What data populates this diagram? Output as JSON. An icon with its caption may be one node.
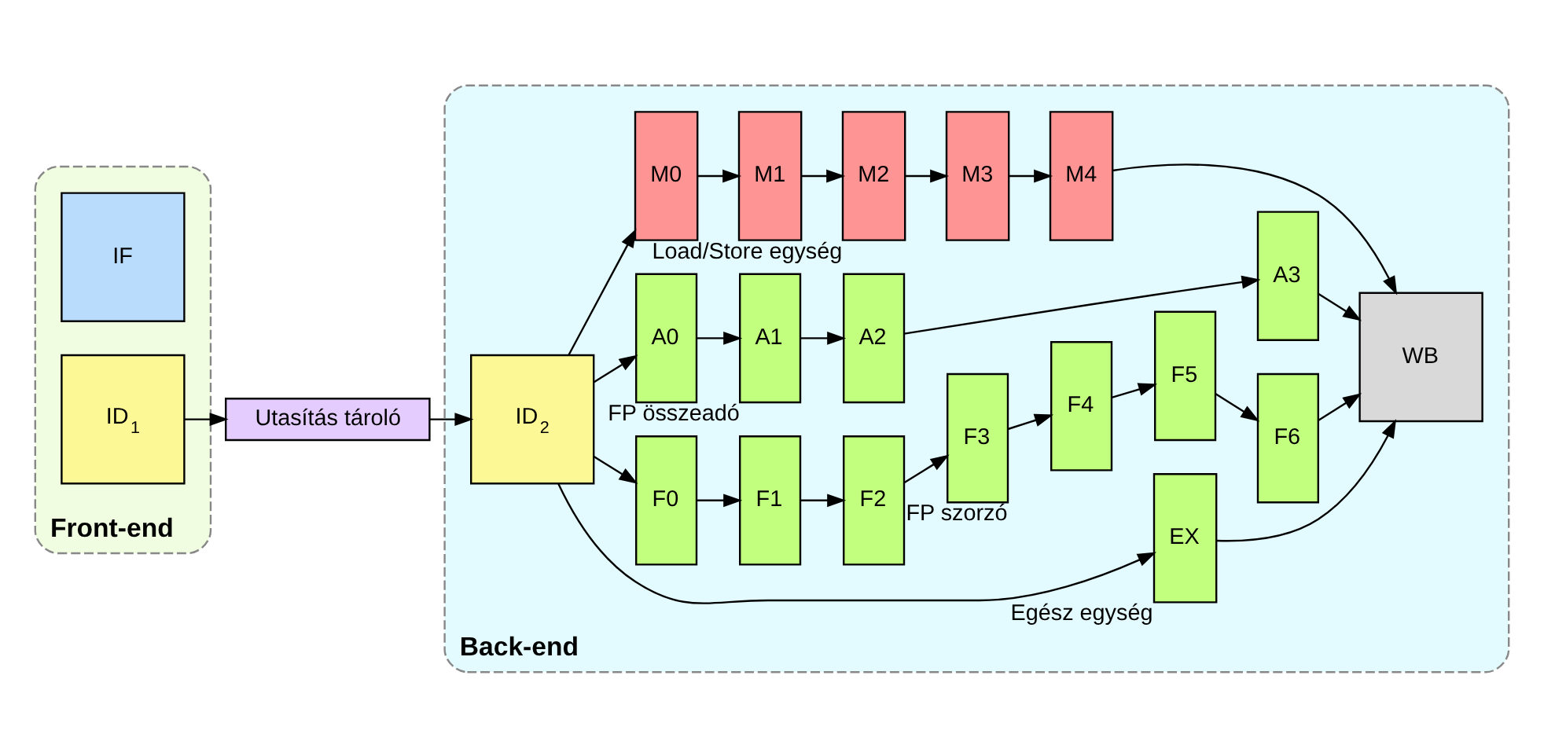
{
  "diagram": {
    "nodes": [
      {
        "text": [
          "Front-end"
        ]
      },
      {
        "text": [
          "IF"
        ],
        "in": 0
      },
      {
        "text": [
          "ID$_{1}$"
        ],
        "in": 0
      },
      {
        "text": [
          "Utasítás tároló"
        ]
      },
      {
        "text": [
          "Back-end"
        ]
      },
      {
        "text": [
          "ID$_{2}$"
        ],
        "in": 4
      },
      {
        "text": [
          "EX"
        ],
        "in": 4,
        "beside": [
          "Egész egység"
        ]
      },
      {
        "text": [
          "F0"
        ],
        "in": 4
      },
      {
        "text": [
          "F1"
        ],
        "in": 4
      },
      {
        "text": [
          "F2"
        ],
        "in": 4
      },
      {
        "text": [
          "F3"
        ],
        "in": 4,
        "beside": [
          "FP szorzó"
        ]
      },
      {
        "text": [
          "F4"
        ],
        "in": 4
      },
      {
        "text": [
          "F5"
        ],
        "in": 4
      },
      {
        "text": [
          "F6"
        ],
        "in": 4
      },
      {
        "text": [
          "A0"
        ],
        "in": 4
      },
      {
        "text": [
          "A1"
        ],
        "in": 4,
        "beside": [
          "FP összeadó"
        ]
      },
      {
        "text": [
          "A2"
        ],
        "in": 4
      },
      {
        "text": [
          "A3"
        ],
        "in": 4
      },
      {
        "text": [
          "M0"
        ],
        "in": 4
      },
      {
        "text": [
          "M1"
        ],
        "in": 4
      },
      {
        "text": [
          "M2"
        ],
        "in": 4,
        "beside": [
          "Load/Store egység"
        ]
      },
      {
        "text": [
          "M3"
        ],
        "in": 4
      },
      {
        "text": [
          "M4"
        ],
        "in": 4
      },
      {
        "text": [
          "WB"
        ],
        "in": 4
      }
    ],
    "edges": [
      {
        "from": 2,
        "to": 3,
        "arrow": "to"
      },
      {
        "from": 3,
        "to": 5,
        "arrow": "to"
      },
      {
        "from": 5,
        "to": 6,
        "arrow": "to"
      },
      {
        "from": 5,
        "to": 7,
        "arrow": "to"
      },
      {
        "from": 5,
        "to": 14,
        "arrow": "to"
      },
      {
        "from": 5,
        "to": 18,
        "arrow": "to"
      },
      {
        "from": 7,
        "to": 8,
        "arrow": "to"
      },
      {
        "from": 8,
        "to": 9,
        "arrow": "to"
      },
      {
        "from": 9,
        "to": 10,
        "arrow": "to"
      },
      {
        "from": 10,
        "to": 11,
        "arrow": "to"
      },
      {
        "from": 11,
        "to": 12,
        "arrow": "to"
      },
      {
        "from": 12,
        "to": 13,
        "arrow": "to"
      },
      {
        "from": 14,
        "to": 15,
        "arrow": "to"
      },
      {
        "from": 15,
        "to": 16,
        "arrow": "to"
      },
      {
        "from": 16,
        "to": 17,
        "arrow": "to"
      },
      {
        "from": 18,
        "to": 19,
        "arrow": "to"
      },
      {
        "from": 19,
        "to": 20,
        "arrow": "to"
      },
      {
        "from": 20,
        "to": 21,
        "arrow": "to"
      },
      {
        "from": 21,
        "to": 22,
        "arrow": "to"
      },
      {
        "from": 6,
        "to": 23,
        "arrow": "to"
      },
      {
        "from": 13,
        "to": 23,
        "arrow": "to"
      },
      {
        "from": 17,
        "to": 23,
        "arrow": "to"
      },
      {
        "from": 22,
        "to": 23,
        "arrow": "to"
      }
    ]
  }
}
